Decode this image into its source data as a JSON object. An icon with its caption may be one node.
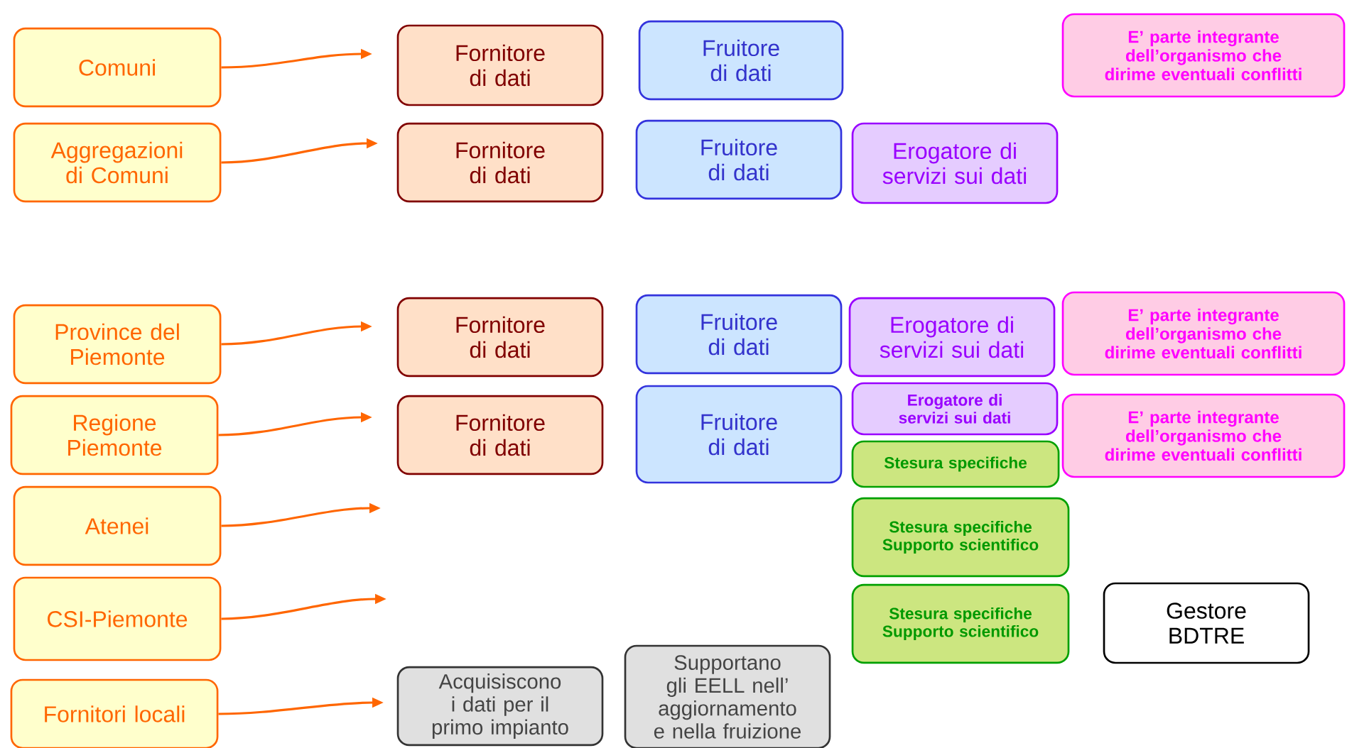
{
  "diagram": {
    "nodes": [
      {
        "text": [
          "Comuni"
        ]
      },
      {
        "text": [
          "Fornitore di dati"
        ]
      },
      {
        "text": [
          "Fruitore di dati"
        ]
      },
      {
        "text": [
          "E’ parte integrante dell’organismo che dirime eventuali conflitti"
        ]
      },
      {
        "text": [
          "Aggregazioni di Comuni"
        ]
      },
      {
        "text": [
          "Fornitore di dati"
        ]
      },
      {
        "text": [
          "Fruitore di dati"
        ]
      },
      {
        "text": [
          "Erogatore di servizi sui dati"
        ]
      },
      {
        "text": [
          "Province del Piemonte"
        ]
      },
      {
        "text": [
          "Fornitore di dati"
        ]
      },
      {
        "text": [
          "Fruitore di dati"
        ]
      },
      {
        "text": [
          "Erogatore di servizi sui dati"
        ]
      },
      {
        "text": [
          "E’ parte integrante dell’organismo che dirime eventuali conflitti"
        ]
      },
      {
        "text": [
          "Regione Piemonte"
        ]
      },
      {
        "text": [
          "Fornitore di dati"
        ]
      },
      {
        "text": [
          "Fruitore di dati"
        ]
      },
      {
        "text": [
          "Erogatore di servizi sui dati"
        ]
      },
      {
        "text": [
          "Stesura specifiche"
        ]
      },
      {
        "text": [
          "E’ parte integrante dell’organismo che dirime eventuali conflitti"
        ]
      },
      {
        "text": [
          "Atenei"
        ]
      },
      {
        "text": [
          "Stesura specifiche Supporto scientifico"
        ]
      },
      {
        "text": [
          "CSI-Piemonte"
        ]
      },
      {
        "text": [
          "Stesura specifiche Supporto scientifico"
        ]
      },
      {
        "text": [
          "Gestore BDTRE"
        ]
      },
      {
        "text": [
          "Fornitori locali"
        ]
      },
      {
        "text": [
          "Acquisiscono i dati per il primo impianto"
        ]
      },
      {
        "text": [
          "Supportano gli EELL nell’ aggiornamento e nella fruizione"
        ]
      }
    ],
    "edges": [
      {
        "from": 0,
        "to": null,
        "arrow": "to"
      },
      {
        "from": 4,
        "to": null,
        "arrow": "to"
      },
      {
        "from": 8,
        "to": null,
        "arrow": "to"
      },
      {
        "from": 13,
        "to": null,
        "arrow": "to"
      },
      {
        "from": 19,
        "to": null,
        "arrow": "to"
      },
      {
        "from": 21,
        "to": null,
        "arrow": "to"
      },
      {
        "from": 24,
        "to": null,
        "arrow": "to"
      }
    ]
  }
}
